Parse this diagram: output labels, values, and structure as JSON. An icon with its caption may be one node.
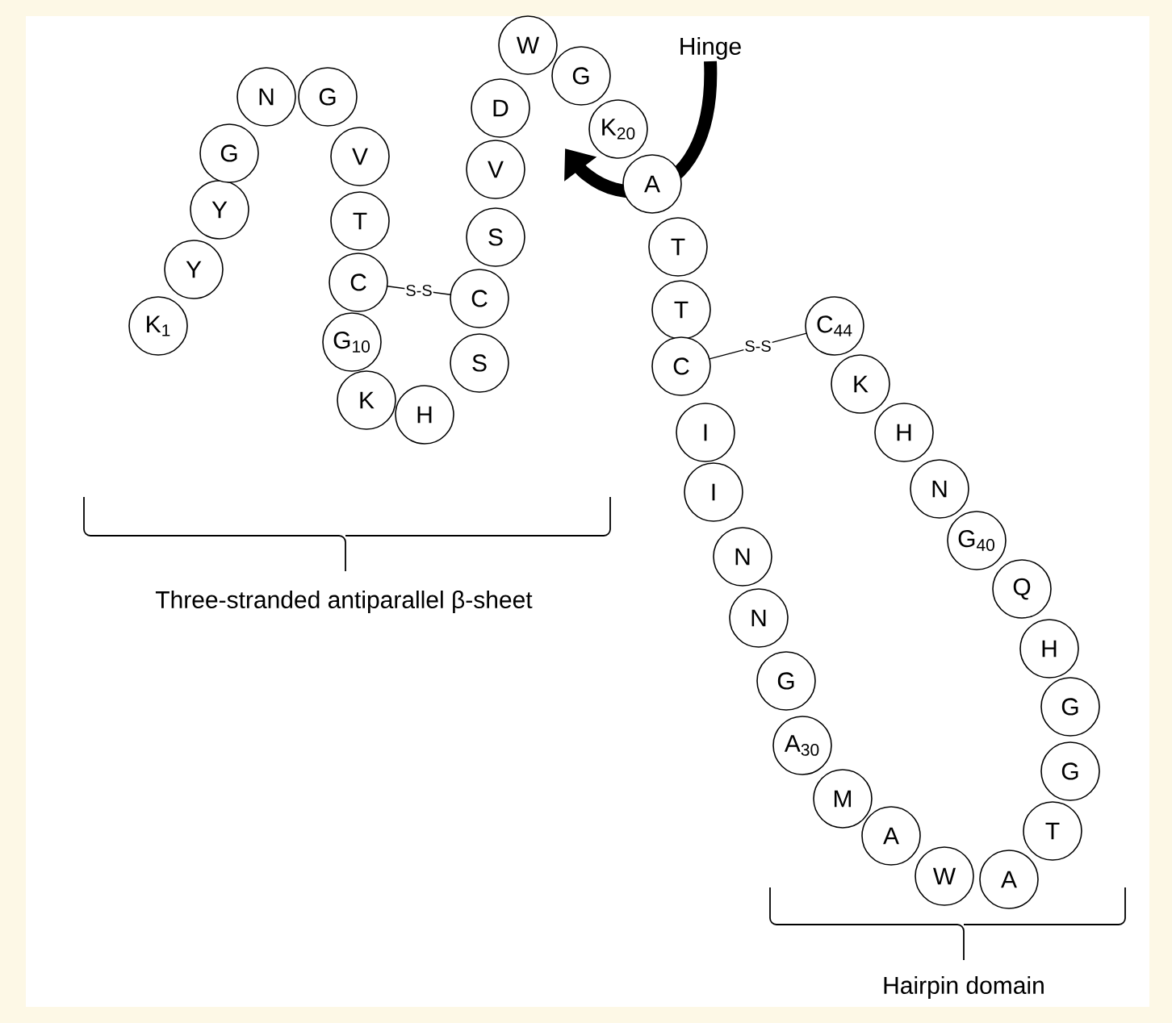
{
  "diagram": {
    "nodes": [
      {
        "text": [
          "K$_{1}$"
        ]
      },
      {
        "text": [
          "Y"
        ]
      },
      {
        "text": [
          "Y"
        ]
      },
      {
        "text": [
          "G"
        ]
      },
      {
        "text": [
          "N"
        ]
      },
      {
        "text": [
          "G"
        ]
      },
      {
        "text": [
          "V"
        ]
      },
      {
        "text": [
          "T"
        ]
      },
      {
        "text": [
          "C"
        ]
      },
      {
        "text": [
          "G$_{10}$"
        ]
      },
      {
        "text": [
          "K"
        ]
      },
      {
        "text": [
          "H"
        ]
      },
      {
        "text": [
          "S"
        ]
      },
      {
        "text": [
          "C"
        ]
      },
      {
        "text": [
          "S"
        ]
      },
      {
        "text": [
          "V"
        ]
      },
      {
        "text": [
          "D"
        ]
      },
      {
        "text": [
          "W"
        ]
      },
      {
        "text": [
          "G"
        ]
      },
      {
        "text": [
          "K$_{20}$"
        ]
      },
      {
        "text": [
          "A"
        ]
      },
      {
        "text": [
          "T"
        ]
      },
      {
        "text": [
          "T"
        ]
      },
      {
        "text": [
          "C"
        ]
      },
      {
        "text": [
          "I"
        ]
      },
      {
        "text": [
          "I"
        ]
      },
      {
        "text": [
          "N"
        ]
      },
      {
        "text": [
          "N"
        ]
      },
      {
        "text": [
          "G"
        ]
      },
      {
        "text": [
          "A$_{30}$"
        ]
      },
      {
        "text": [
          "M"
        ]
      },
      {
        "text": [
          "A"
        ]
      },
      {
        "text": [
          "W"
        ]
      },
      {
        "text": [
          "A"
        ]
      },
      {
        "text": [
          "T"
        ]
      },
      {
        "text": [
          "G"
        ]
      },
      {
        "text": [
          "G"
        ]
      },
      {
        "text": [
          "H"
        ]
      },
      {
        "text": [
          "Q"
        ]
      },
      {
        "text": [
          "G$_{40}$"
        ]
      },
      {
        "text": [
          "N"
        ]
      },
      {
        "text": [
          "H"
        ]
      },
      {
        "text": [
          "K"
        ]
      },
      {
        "text": [
          "C$_{44}$"
        ]
      }
    ],
    "edges": [
      {
        "from": 8,
        "to": 13,
        "arrow": "none",
        "label": "S-S"
      },
      {
        "from": 23,
        "to": 43,
        "arrow": "none",
        "label": "S-S"
      }
    ],
    "labels": [
      "Hinge",
      "Three-stranded antiparallel β-sheet",
      "Hairpin domain"
    ]
  }
}
